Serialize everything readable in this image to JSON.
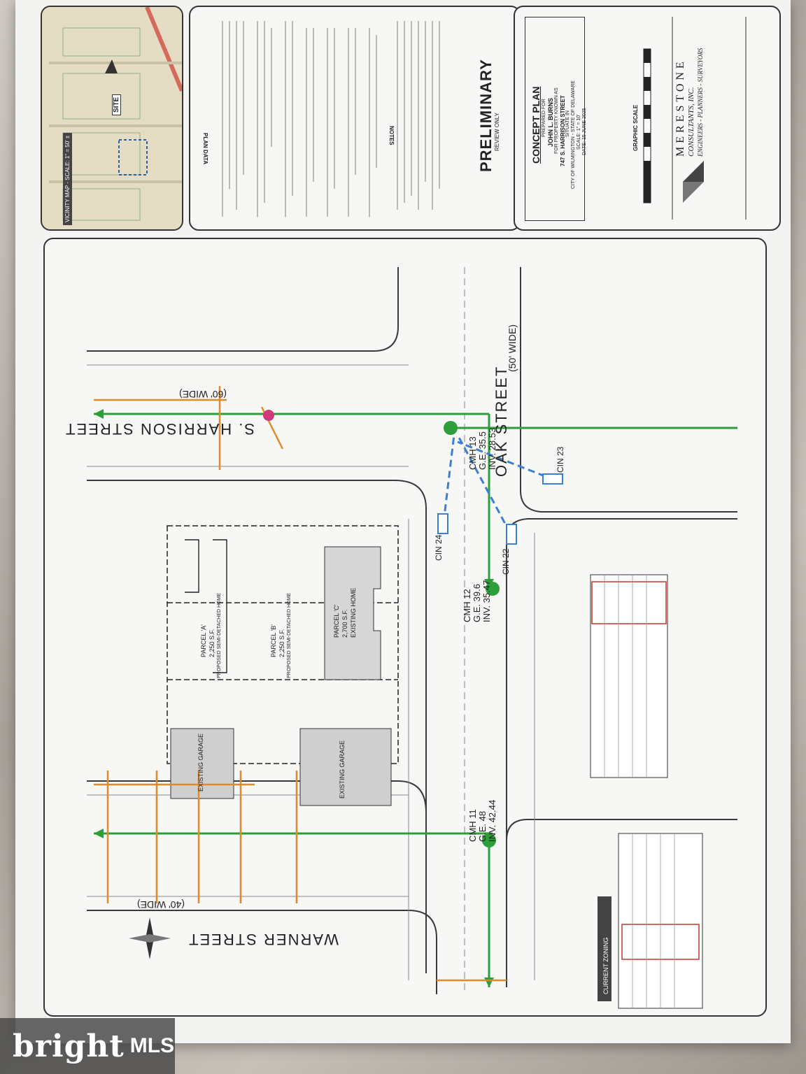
{
  "streets": {
    "harrison": "S. HARRISON STREET",
    "harrison_width": "(60' WIDE)",
    "oak": "OAK STREET",
    "oak_width": "(50' WIDE)",
    "warner": "WARNER STREET",
    "warner_width": "(40' WIDE)"
  },
  "manholes": [
    {
      "id": "CMH 11",
      "ge": "G.E. 48",
      "inv": "INV. 42.44"
    },
    {
      "id": "CMH 12",
      "ge": "G.E. 39.6",
      "inv": "INV. 35.47"
    },
    {
      "id": "CMH 13",
      "ge": "G.E. 35.5",
      "inv": "INV. 28.53"
    }
  ],
  "inlets": [
    "CIN 22",
    "CIN 23",
    "CIN 24"
  ],
  "parcels": [
    {
      "name": "PARCEL 'A'",
      "area": "2,250 S.F.",
      "note": "PROPOSED SEMI-DETACHED HOME"
    },
    {
      "name": "PARCEL 'B'",
      "area": "2,250 S.F.",
      "note": "PROPOSED SEMI-DETACHED HOME"
    },
    {
      "name": "PARCEL 'C'",
      "area": "2,700 S.F.",
      "note": "EXISTING HOME"
    }
  ],
  "garage_label": "EXISTING GARAGE",
  "title_block": {
    "heading": "CONCEPT PLAN",
    "prepared": "PREPARED FOR",
    "owner": "JOHN L. BURNS",
    "known_as": "FOR PROPERTY KNOWN AS",
    "address": "747 S. HARRISON STREET",
    "situate": "SITUATE IN",
    "city": "CITY OF WILMINGTON - STATE OF DELAWARE",
    "scale": "SCALE: 1\" = 10'",
    "date": "DATE: 15 JUNE 2025",
    "graphic_scale": "GRAPHIC SCALE",
    "company": "MERESTONE",
    "company2": "CONSULTANTS, INC.",
    "services": "ENGINEERS - PLANNERS - SURVEYORS"
  },
  "preliminary": "PRELIMINARY",
  "review_only": "REVIEW ONLY",
  "plan_data": "PLAN DATA",
  "notes": "NOTES",
  "vicinity": "VICINITY MAP - SCALE: 1\" = 50' ±",
  "site": "SITE",
  "zoning_title": "CURRENT ZONING",
  "watermark": {
    "brand": "bright",
    "mls": "MLS"
  },
  "colors": {
    "sewer": "#2e9e3a",
    "storm": "#3a7fd1",
    "utility": "#e08a2c",
    "hydrant": "#d13a7a"
  }
}
